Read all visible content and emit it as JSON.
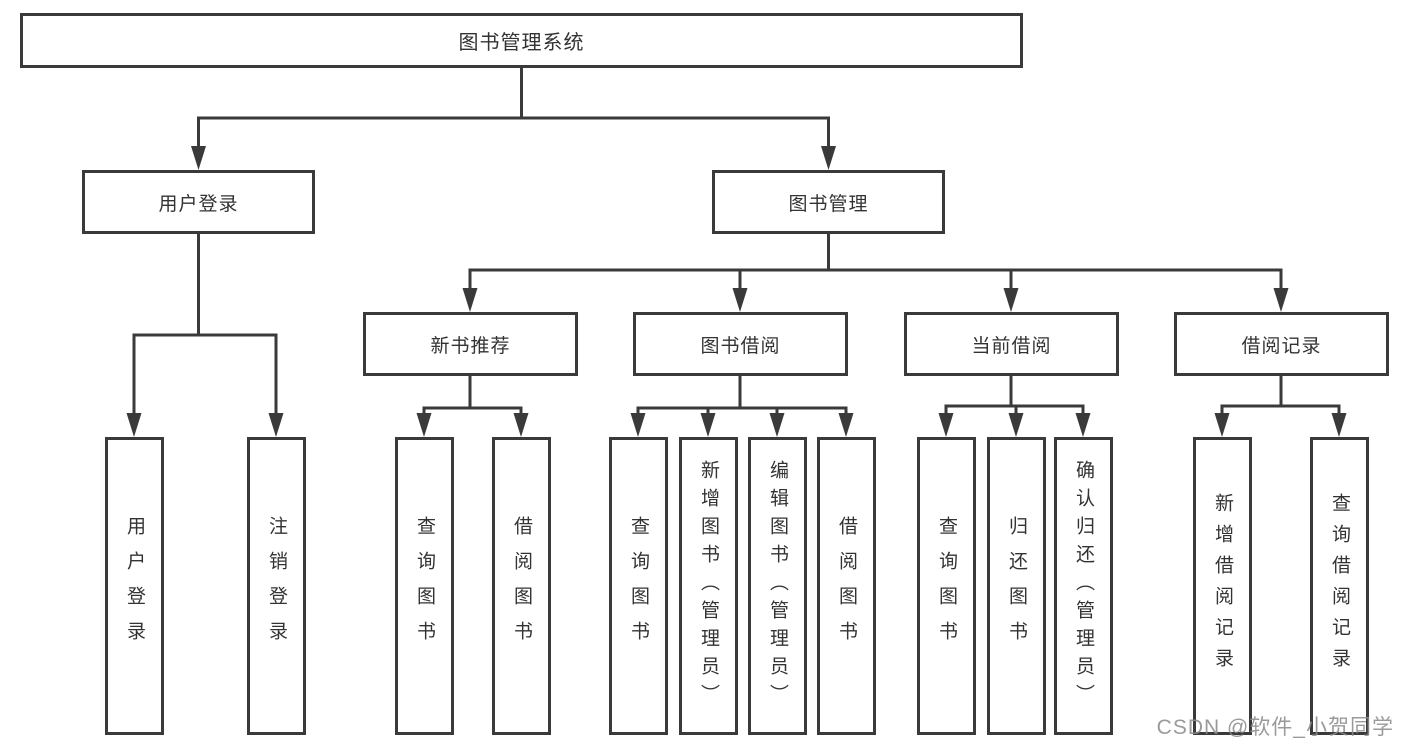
{
  "tree": {
    "label": "图书管理系统",
    "children": [
      {
        "label": "用户登录",
        "children": [
          {
            "label": "用户登录"
          },
          {
            "label": "注销登录"
          }
        ]
      },
      {
        "label": "图书管理",
        "children": [
          {
            "label": "新书推荐",
            "children": [
              {
                "label": "查询图书"
              },
              {
                "label": "借阅图书"
              }
            ]
          },
          {
            "label": "图书借阅",
            "children": [
              {
                "label": "查询图书"
              },
              {
                "label": "新增图书（管理员）"
              },
              {
                "label": "编辑图书（管理员）"
              },
              {
                "label": "借阅图书"
              }
            ]
          },
          {
            "label": "当前借阅",
            "children": [
              {
                "label": "查询图书"
              },
              {
                "label": "归还图书"
              },
              {
                "label": "确认归还（管理员）"
              }
            ]
          },
          {
            "label": "借阅记录",
            "children": [
              {
                "label": "新增借阅记录"
              },
              {
                "label": "查询借阅记录"
              }
            ]
          }
        ]
      }
    ]
  },
  "watermark": {
    "text": "CSDN @软件_小贺同学"
  },
  "colors": {
    "line": "#3a3a3a",
    "text": "#333333",
    "background": "#ffffff",
    "watermark": "#8c8c8c"
  }
}
